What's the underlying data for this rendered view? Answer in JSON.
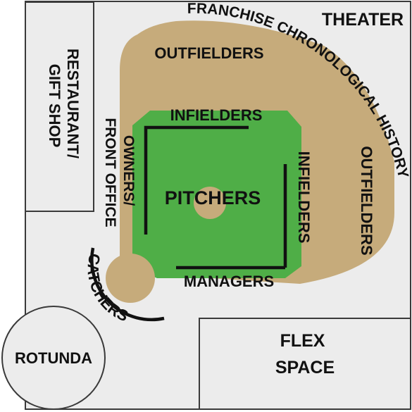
{
  "colors": {
    "floor": "#ececec",
    "outline": "#3a3a3a",
    "dirt": "#c6ab7b",
    "grass": "#4fae47",
    "wall": "#111111",
    "text": "#111111",
    "box": "#ececec"
  },
  "labels": {
    "theater": "THEATER",
    "franchise_history": "FRANCHISE CHRONOLOGICAL HISTORY",
    "restaurant_line1": "RESTAURANT/",
    "restaurant_line2": "GIFT SHOP",
    "owners_line1": "OWNERS/",
    "owners_line2": "FRONT OFFICE",
    "outfielders_top": "OUTFIELDERS",
    "outfielders_right": "OUTFIELDERS",
    "infielders_top": "INFIELDERS",
    "infielders_right": "INFIELDERS",
    "pitchers": "PITCHERS",
    "managers": "MANAGERS",
    "catchers": "CATCHERS",
    "rotunda": "ROTUNDA",
    "flex_line1": "FLEX",
    "flex_line2": "SPACE"
  }
}
